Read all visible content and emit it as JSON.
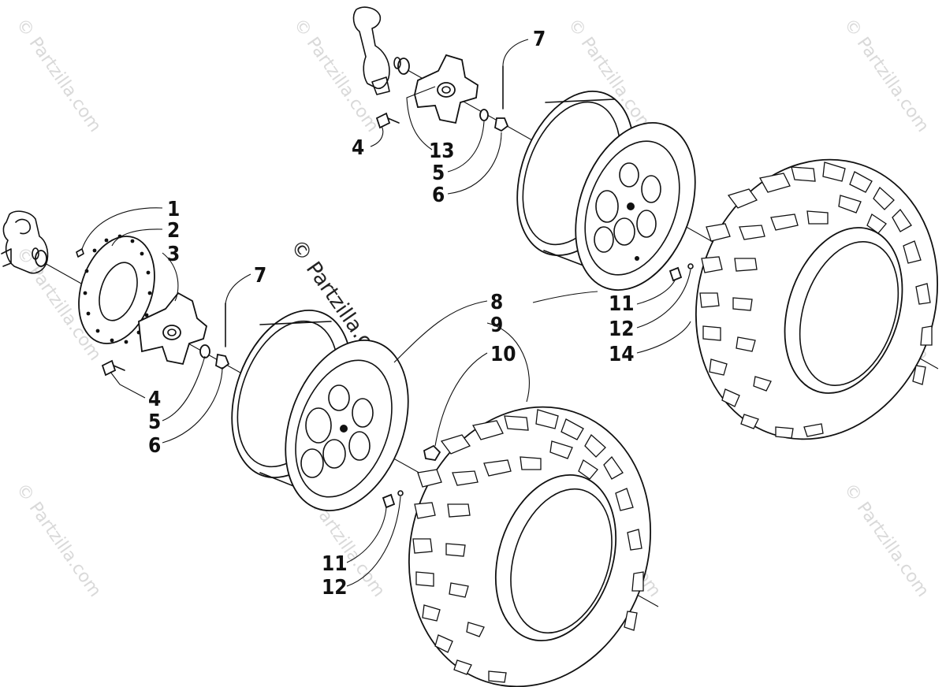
{
  "watermarks": {
    "main": "© Partzilla.com",
    "tile": "© Partzilla.com"
  },
  "callouts": {
    "c1": "1",
    "c2": "2",
    "c3": "3",
    "c4a": "4",
    "c5a": "5",
    "c6a": "6",
    "c7a": "7",
    "c8": "8",
    "c9": "9",
    "c10": "10",
    "c11a": "11",
    "c12a": "12",
    "c7b": "7",
    "c4b": "4",
    "c13": "13",
    "c5b": "5",
    "c6b": "6",
    "c11b": "11",
    "c12b": "12",
    "c14": "14"
  }
}
